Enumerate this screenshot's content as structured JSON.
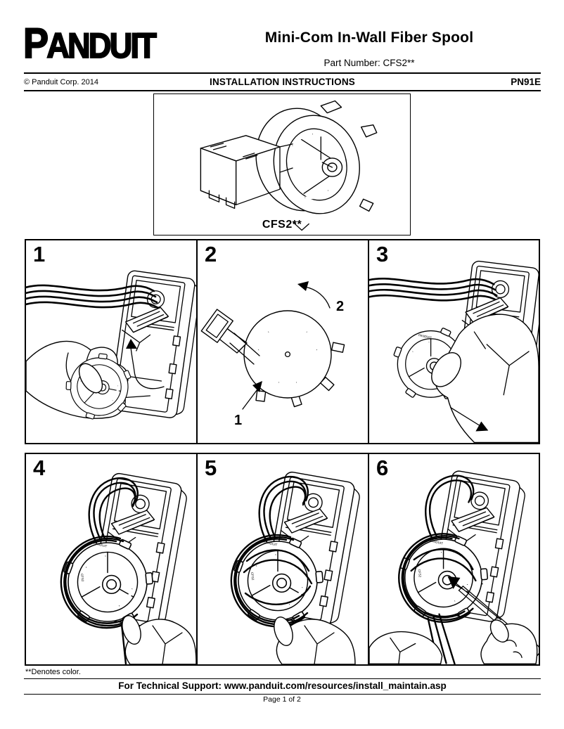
{
  "brand": {
    "logo_text": "PANDUIT"
  },
  "header": {
    "title": "Mini-Com In-Wall Fiber Spool",
    "part_number": "Part Number: CFS2**",
    "copyright": "© Panduit Corp. 2014",
    "doc_type": "INSTALLATION INSTRUCTIONS",
    "doc_code": "PN91E"
  },
  "product": {
    "label": "CFS2**",
    "molded_text": "PANDUIT",
    "molded_code": "CFS2"
  },
  "steps": [
    {
      "number": "1"
    },
    {
      "number": "2",
      "annotations": [
        "1",
        "2"
      ]
    },
    {
      "number": "3"
    },
    {
      "number": "4"
    },
    {
      "number": "5"
    },
    {
      "number": "6"
    }
  ],
  "footer": {
    "footnote": "**Denotes color.",
    "support": "For Technical Support: www.panduit.com/resources/install_maintain.asp",
    "page": "Page 1 of 2"
  },
  "colors": {
    "ink": "#000000",
    "paper": "#ffffff"
  }
}
